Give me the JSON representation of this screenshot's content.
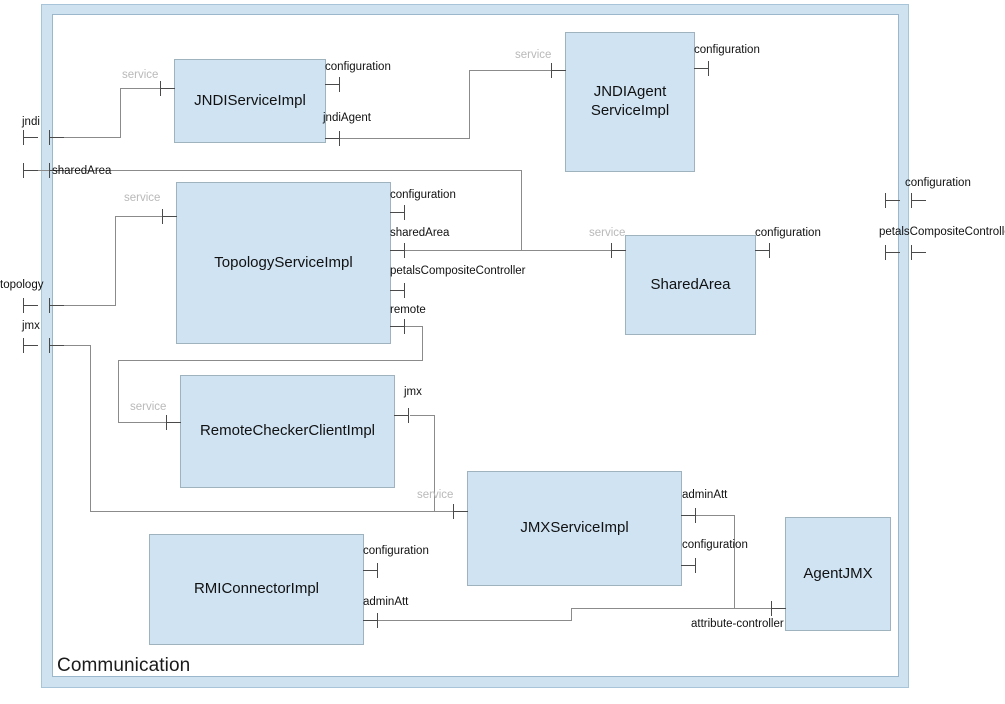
{
  "diagram": {
    "title": "Communication",
    "type": "sca-composite-component-diagram",
    "colors": {
      "composite_band": "#cfe2f0",
      "component_fill": "#cfe3f3",
      "component_stroke": "#9fb3bf",
      "wire": "#8b8b8b",
      "wire_label": "#b9b9b9",
      "text": "#111111"
    }
  },
  "composite_ports": {
    "left": [
      {
        "label": "jndi"
      },
      {
        "label": "sharedArea"
      },
      {
        "label": "topology"
      },
      {
        "label": "jmx"
      }
    ],
    "right": [
      {
        "label": "configuration"
      },
      {
        "label": "petalsCompositeController"
      }
    ]
  },
  "components": [
    {
      "id": "jndi-service-impl",
      "name": "JNDIServiceImpl",
      "services": [
        {
          "label": "service"
        }
      ],
      "references": [
        {
          "label": "configuration"
        },
        {
          "label": "jndiAgent"
        }
      ]
    },
    {
      "id": "jndi-agent-service-impl",
      "name": "JNDIAgent\nServiceImpl",
      "services": [
        {
          "label": "service"
        }
      ],
      "references": [
        {
          "label": "configuration"
        }
      ]
    },
    {
      "id": "topology-service-impl",
      "name": "TopologyServiceImpl",
      "services": [
        {
          "label": "service"
        }
      ],
      "references": [
        {
          "label": "configuration"
        },
        {
          "label": "sharedArea"
        },
        {
          "label": "petalsCompositeController"
        },
        {
          "label": "remote"
        }
      ]
    },
    {
      "id": "shared-area",
      "name": "SharedArea",
      "services": [
        {
          "label": "service"
        }
      ],
      "references": [
        {
          "label": "configuration"
        }
      ]
    },
    {
      "id": "remote-checker-client-impl",
      "name": "RemoteCheckerClientImpl",
      "services": [
        {
          "label": "service"
        }
      ],
      "references": [
        {
          "label": "jmx"
        }
      ]
    },
    {
      "id": "jmx-service-impl",
      "name": "JMXServiceImpl",
      "services": [
        {
          "label": "service"
        }
      ],
      "references": [
        {
          "label": "adminAtt"
        },
        {
          "label": "configuration"
        }
      ]
    },
    {
      "id": "rmi-connector-impl",
      "name": "RMIConnectorImpl",
      "services": [],
      "references": [
        {
          "label": "configuration"
        },
        {
          "label": "adminAtt"
        }
      ]
    },
    {
      "id": "agent-jmx",
      "name": "AgentJMX",
      "services": [
        {
          "label": "attribute-controller"
        }
      ],
      "references": []
    }
  ],
  "labels": {
    "jndi": "jndi",
    "sharedArea": "sharedArea",
    "topology": "topology",
    "jmx": "jmx",
    "jmx2": "jmx",
    "configuration": "configuration",
    "configuration2": "configuration",
    "configuration3": "configuration",
    "configuration4": "configuration",
    "configuration5": "configuration",
    "configuration6": "configuration",
    "configuration7": "configuration",
    "petalsCompositeController": "petalsCompositeController",
    "petalsCompositeController2": "petalsCompositeController",
    "jndiAgent": "jndiAgent",
    "sharedArea2": "sharedArea",
    "remote": "remote",
    "adminAtt": "adminAtt",
    "adminAtt2": "adminAtt",
    "attributeController": "attribute-controller",
    "service1": "service",
    "service2": "service",
    "service3": "service",
    "service4": "service",
    "service5": "service",
    "service6": "service",
    "title": "Communication",
    "c_jndi": "JNDIServiceImpl",
    "c_jndiagent": "JNDIAgent\nServiceImpl",
    "c_topology": "TopologyServiceImpl",
    "c_sharedarea": "SharedArea",
    "c_remotechecker": "RemoteCheckerClientImpl",
    "c_jmx": "JMXServiceImpl",
    "c_rmi": "RMIConnectorImpl",
    "c_agentjmx": "AgentJMX"
  }
}
